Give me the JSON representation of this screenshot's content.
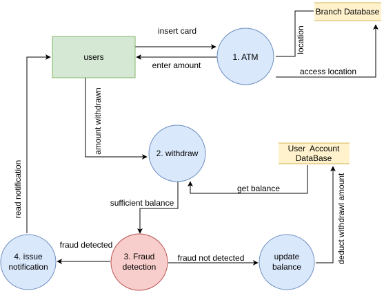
{
  "colors": {
    "entity_fill": "#d5e8d4",
    "entity_stroke": "#82b366",
    "process_fill": "#dae8fc",
    "process_stroke": "#6c8ebf",
    "fraud_fill": "#f8cecc",
    "fraud_stroke": "#b85450",
    "store_fill": "#fff2cc",
    "store_stroke": "#d6b656"
  },
  "nodes": {
    "users": {
      "label": "users"
    },
    "atm": {
      "label": "1. ATM"
    },
    "branch_db": {
      "label": "Branch Database"
    },
    "withdraw": {
      "label": "2. withdraw"
    },
    "account_db": {
      "line1": "User  Account",
      "line2": "DataBase"
    },
    "fraud": {
      "line1": "3. Fraud",
      "line2": "detection"
    },
    "issue": {
      "line1": "4. issue",
      "line2": "notification"
    },
    "update": {
      "line1": "update",
      "line2": "balance"
    }
  },
  "edges": {
    "insert_card": "insert card",
    "enter_amount": "enter amount",
    "location": "location",
    "access_location": "access location",
    "amount_withdrawn": "amount withdrawn",
    "get_balance": "get balance",
    "sufficient_balance": "sufficient balance",
    "fraud_detected": "fraud detected",
    "fraud_not_detected": "fraud not detected",
    "deduct_withdrawl_amount": "deduct withdrawl amount",
    "read_notification": "read notification"
  }
}
